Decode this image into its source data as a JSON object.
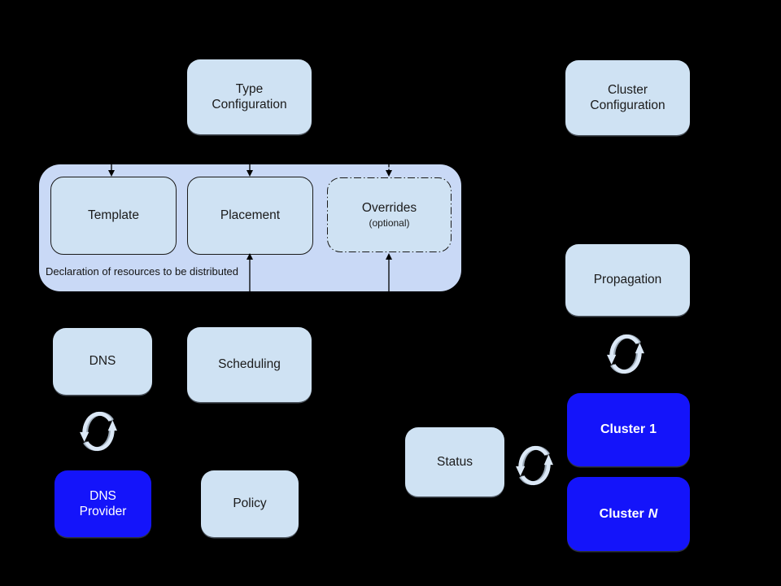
{
  "background": "#000000",
  "colors": {
    "container_fill": "#c9d9f6",
    "light_box_fill": "#cfe2f3",
    "blue_box_fill": "#1414fa",
    "light_box_text": "#1b1b1b",
    "blue_box_text": "#ffffff",
    "connector": "#000000",
    "sync_icon_light": "#dbe8f6",
    "sync_icon_shadow": "#9fadbb"
  },
  "icons": {
    "sync": "circular-sync-arrows"
  },
  "nodes": {
    "type_config": {
      "line1": "Type",
      "line2": "Configuration"
    },
    "cluster_config": {
      "line1": "Cluster",
      "line2": "Configuration"
    },
    "template": {
      "label": "Template"
    },
    "placement": {
      "label": "Placement"
    },
    "overrides": {
      "label": "Overrides",
      "sub": "(optional)"
    },
    "dns": {
      "label": "DNS"
    },
    "scheduling": {
      "label": "Scheduling"
    },
    "dns_provider": {
      "line1": "DNS",
      "line2": "Provider"
    },
    "policy": {
      "label": "Policy"
    },
    "propagation": {
      "label": "Propagation"
    },
    "status": {
      "label": "Status"
    },
    "cluster1": {
      "prefix": "Cluster",
      "num": "1"
    },
    "clusterN": {
      "prefix": "Cluster",
      "num": "N"
    }
  },
  "container_caption": "Declaration of resources to be distributed",
  "edges": [
    {
      "into": "template",
      "enters_from": "top",
      "style": "solid-arrow"
    },
    {
      "into": "placement",
      "enters_from": "top",
      "style": "solid-arrow"
    },
    {
      "into": "overrides",
      "enters_from": "top",
      "style": "dash-dot-arrow"
    },
    {
      "into": "placement",
      "enters_from": "bottom",
      "style": "solid-arrow"
    },
    {
      "into": "overrides",
      "enters_from": "bottom",
      "style": "solid-arrow"
    },
    {
      "between": [
        "dns",
        "dns_provider"
      ],
      "style": "sync-cycle"
    },
    {
      "between": [
        "propagation",
        "cluster1"
      ],
      "style": "sync-cycle"
    },
    {
      "between": [
        "status",
        "cluster1"
      ],
      "style": "sync-cycle"
    }
  ]
}
